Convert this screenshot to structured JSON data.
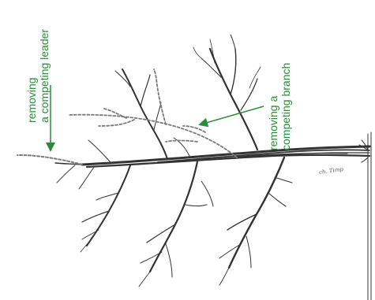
{
  "labels": {
    "leader_line1": "removing",
    "leader_line2": "a competing leader",
    "branch_line1": "removing a",
    "branch_line2": "competing branch"
  },
  "signature": "ch. Timp",
  "colors": {
    "label_green": "#2e8b3a",
    "wood": "#333333",
    "removed_branch": "#7a7a7a"
  },
  "icons": {
    "leader_arrow": "arrow-down-icon",
    "branch_arrow": "arrow-left-icon"
  }
}
